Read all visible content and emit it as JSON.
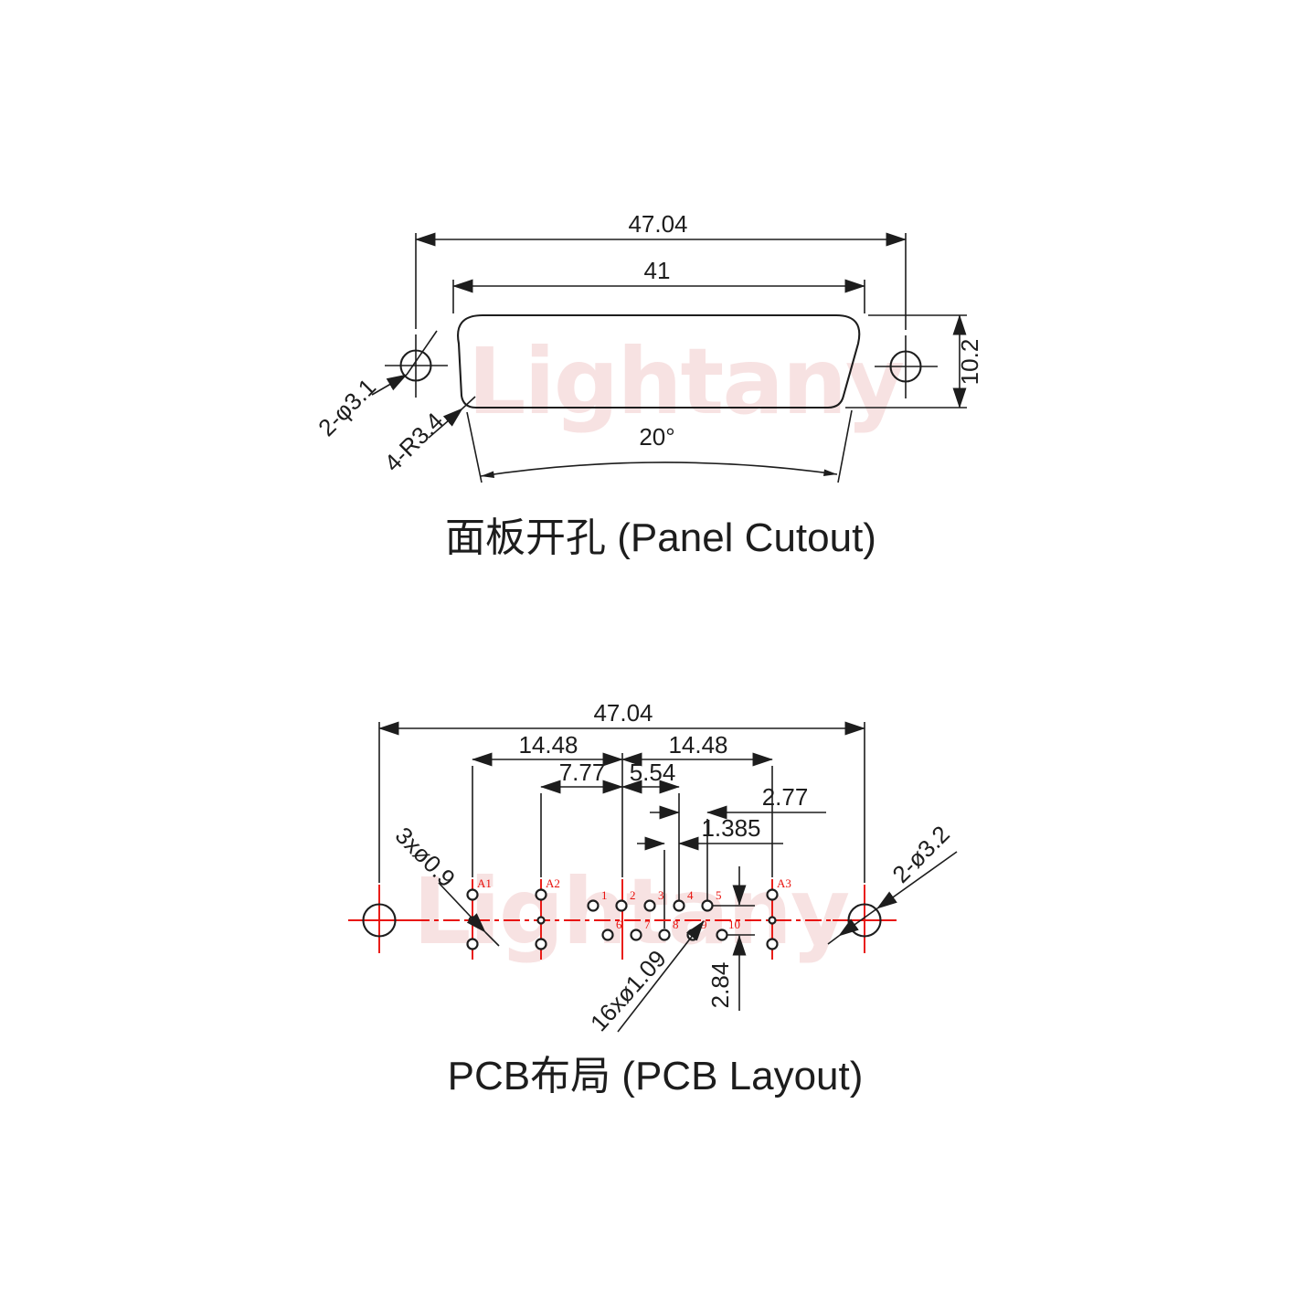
{
  "watermark": {
    "text": "Lightany"
  },
  "colors": {
    "line": "#1d1d1d",
    "red": "#e8120d",
    "watermark": "#f6dcdc"
  },
  "panel": {
    "title": "面板开孔 (Panel Cutout)",
    "dim_outer": "47.04",
    "dim_inner": "41",
    "dim_height": "10.2",
    "dim_angle": "20°",
    "label_holes": "2-φ3.1",
    "label_radius": "4-R3.4"
  },
  "pcb": {
    "title": "PCB布局 (PCB Layout)",
    "dim_outer": "47.04",
    "dim_left": "14.48",
    "dim_right": "14.48",
    "dim_a2": "7.77",
    "dim_center": "5.54",
    "dim_pitch": "2.77",
    "dim_half_pitch": "1.385",
    "dim_row_spacing": "2.84",
    "label_signal_holes": "16xø1.09",
    "label_coax_holes": "3xø0.9",
    "label_mount_holes": "2-ø3.2",
    "coax_labels": [
      "A1",
      "A2",
      "A3"
    ],
    "pin_labels": [
      "1",
      "2",
      "3",
      "4",
      "5",
      "6",
      "7",
      "8",
      "9",
      "10"
    ]
  }
}
